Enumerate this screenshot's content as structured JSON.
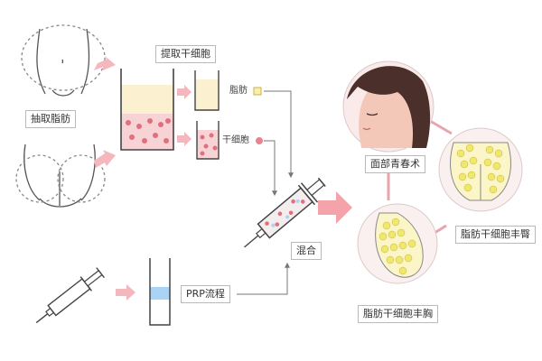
{
  "labels": {
    "extract_fat": "抽取脂肪",
    "extract_stem_cells": "提取干细胞",
    "fat": "脂肪",
    "stem_cells": "干细胞",
    "prp_process": "PRP流程",
    "mix": "混合",
    "facial_rejuvenation": "面部青春术",
    "buttock_augmentation": "脂肪干细胞丰臀",
    "breast_augmentation": "脂肪干细胞丰胸"
  },
  "colors": {
    "arrow": "#f4b7bd",
    "fat_layer": "#fbf0cf",
    "cell_layer": "#f7d3d6",
    "cell_dot": "#e0707e",
    "plasma": "#a9d4f5",
    "fat_ball": "#f0e86a",
    "connector": "#e7a5ad"
  }
}
